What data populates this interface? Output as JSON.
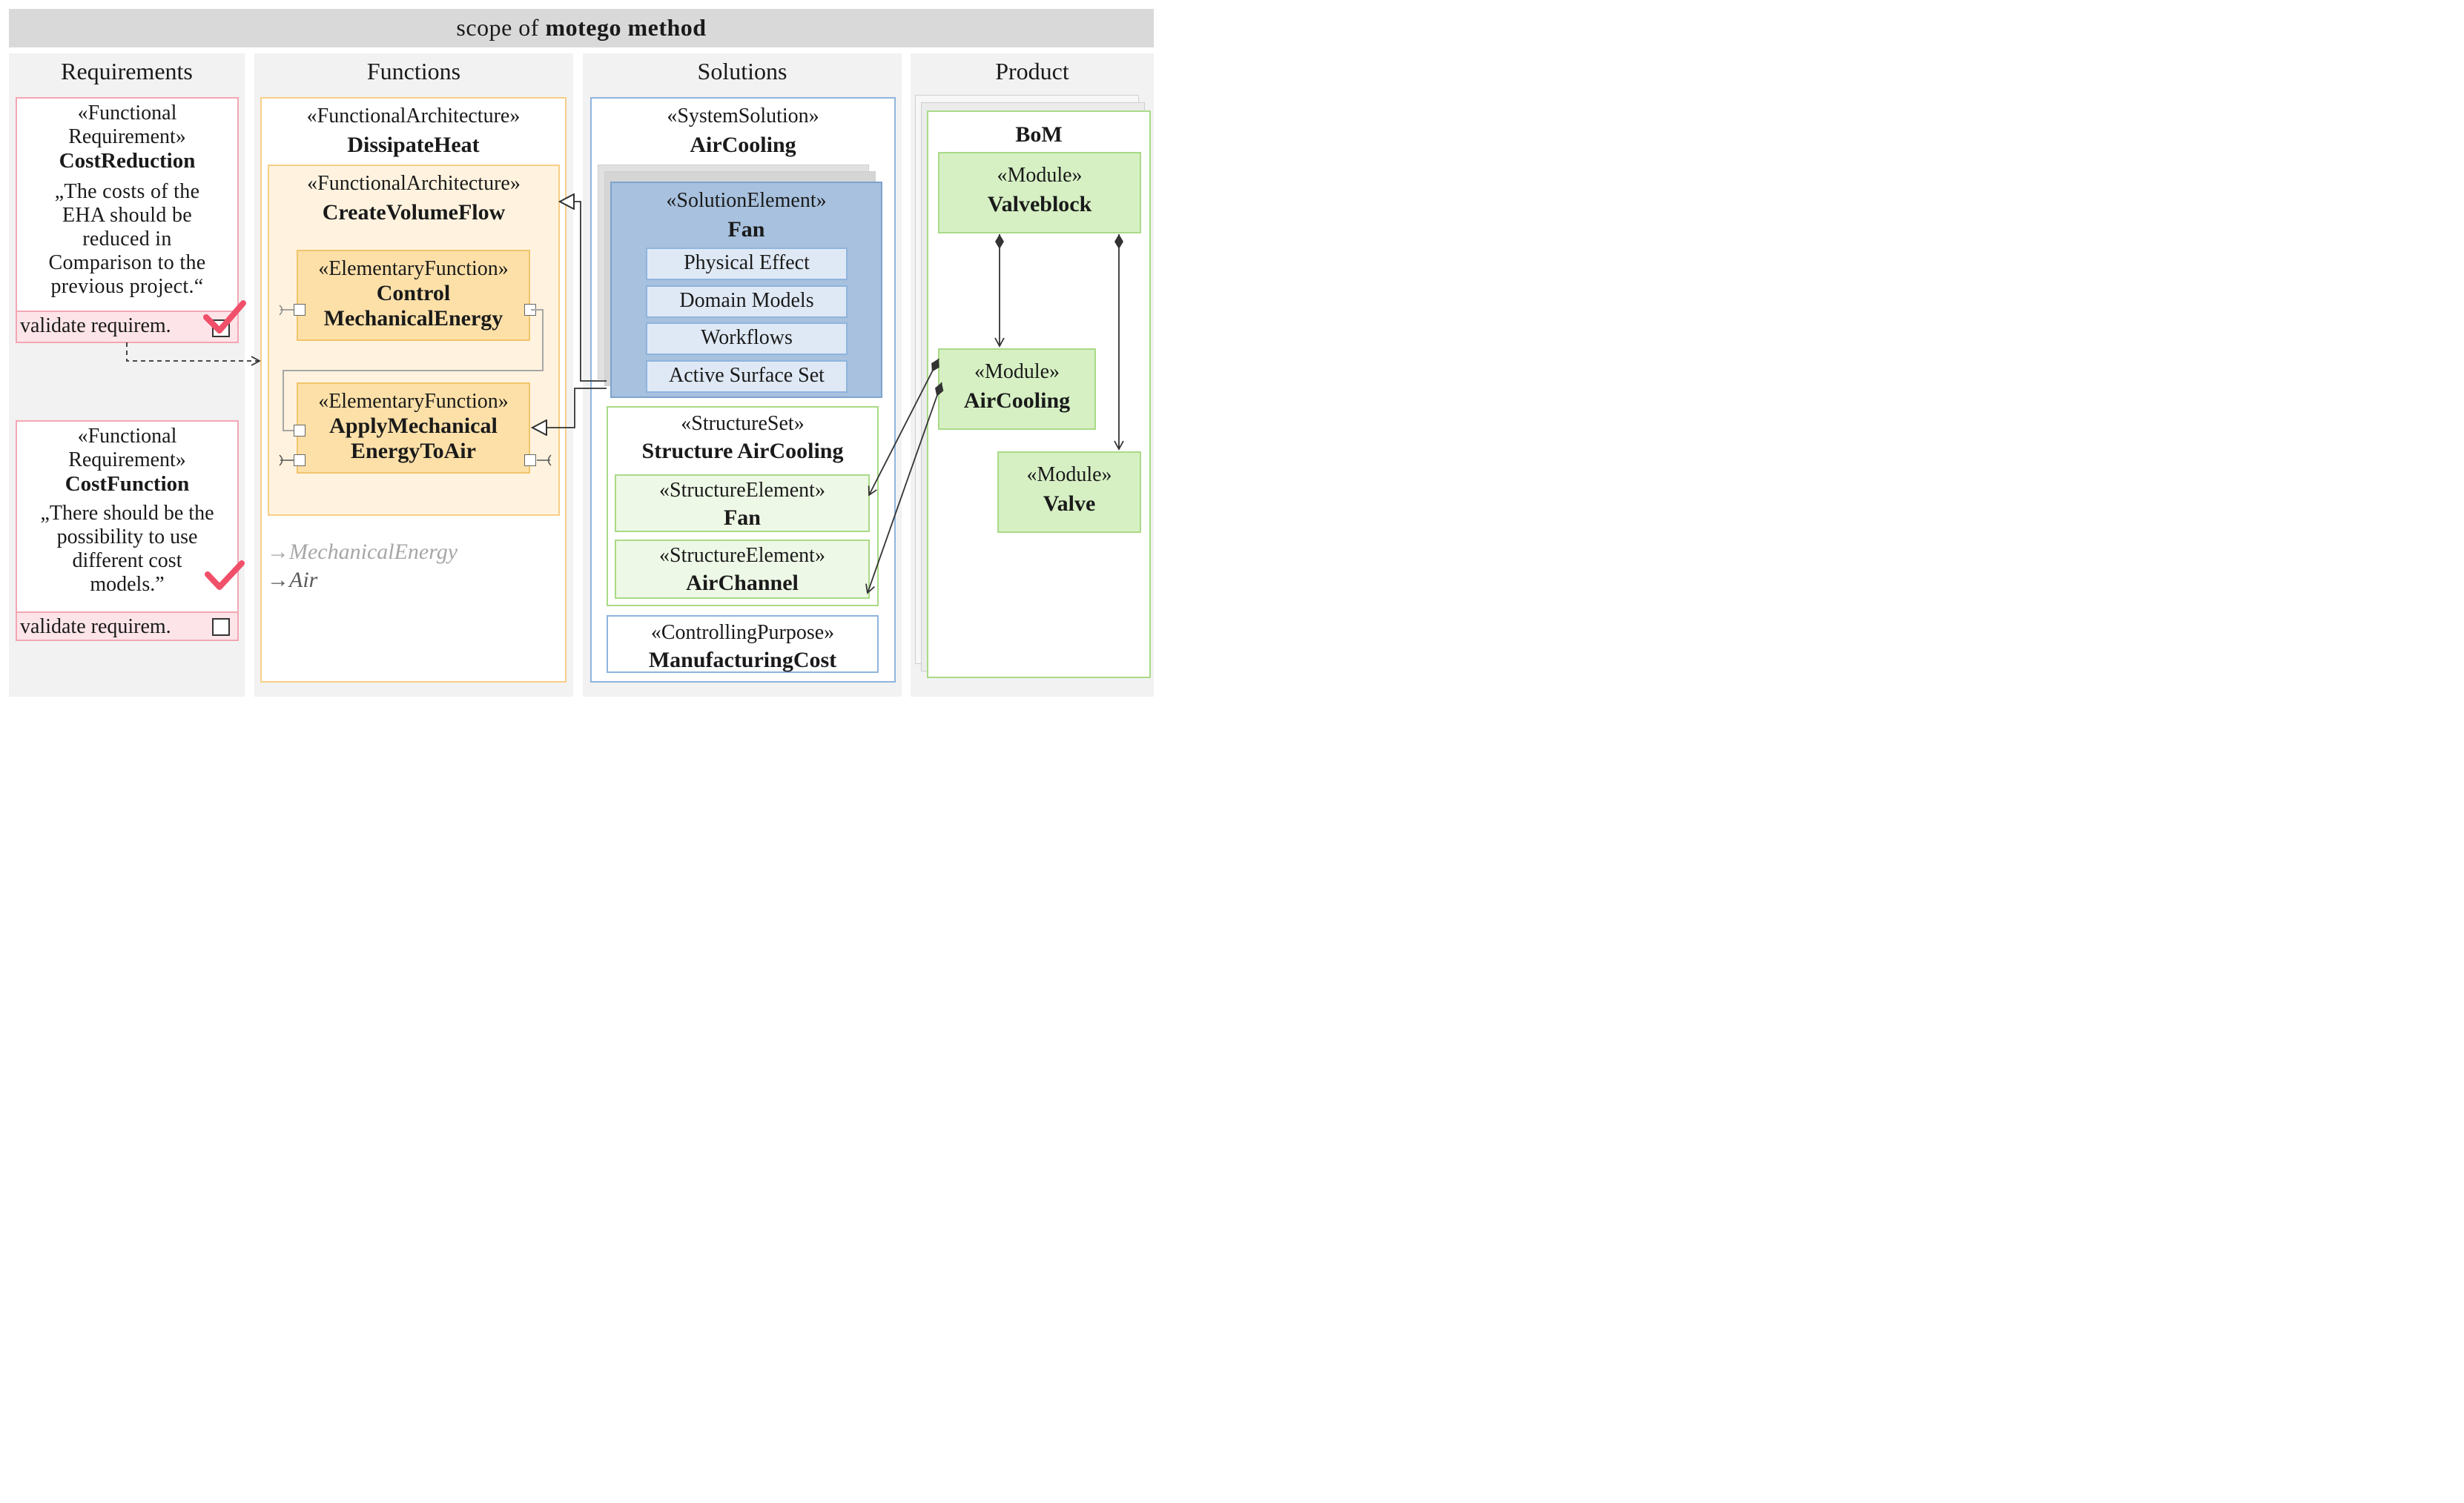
{
  "banner": {
    "prefix": "scope of",
    "bold": "motego method"
  },
  "columns": {
    "requirements": "Requirements",
    "functions": "Functions",
    "solutions": "Solutions",
    "product": "Product"
  },
  "requirements": [
    {
      "stereo1": "«Functional",
      "stereo2": "Requirement»",
      "name": "CostReduction",
      "text": [
        "„The costs of the",
        "EHA should be",
        "reduced in",
        "Comparison to the",
        "previous project.“"
      ],
      "action": "validate requirem.",
      "checked": true
    },
    {
      "stereo1": "«Functional",
      "stereo2": "Requirement»",
      "name": "CostFunction",
      "text": [
        "„There should be the",
        "possibility to use",
        "different cost",
        "models.”"
      ],
      "action": "validate requirem.",
      "checked": true
    }
  ],
  "functions": {
    "outer": {
      "stereo": "«FunctionalArchitecture»",
      "name": "DissipateHeat"
    },
    "inner": {
      "stereo": "«FunctionalArchitecture»",
      "name": "CreateVolumeFlow"
    },
    "elementary": [
      {
        "stereo": "«ElementaryFunction»",
        "name1": "Control",
        "name2": "MechanicalEnergy"
      },
      {
        "stereo": "«ElementaryFunction»",
        "name1": "ApplyMechanical",
        "name2": "EnergyToAir"
      }
    ],
    "flows": [
      {
        "arrow": "→",
        "label": "MechanicalEnergy",
        "color": "#a6a6a6"
      },
      {
        "arrow": "→",
        "label": "Air",
        "color": "#595959"
      }
    ]
  },
  "solutions": {
    "system": {
      "stereo": "«SystemSolution»",
      "name": "AirCooling"
    },
    "element": {
      "stereo": "«SolutionElement»",
      "name": "Fan",
      "items": [
        "Physical Effect",
        "Domain Models",
        "Workflows",
        "Active Surface Set"
      ]
    },
    "structure_set": {
      "stereo": "«StructureSet»",
      "name": "Structure AirCooling"
    },
    "structure_elements": [
      {
        "stereo": "«StructureElement»",
        "name": "Fan"
      },
      {
        "stereo": "«StructureElement»",
        "name": "AirChannel"
      }
    ],
    "controlling": {
      "stereo": "«ControllingPurpose»",
      "name": "ManufacturingCost"
    }
  },
  "product": {
    "title": "BoM",
    "modules": [
      {
        "stereo": "«Module»",
        "name": "Valveblock"
      },
      {
        "stereo": "«Module»",
        "name": "AirCooling"
      },
      {
        "stereo": "«Module»",
        "name": "Valve"
      }
    ]
  },
  "colors": {
    "check": "#f0506a",
    "requirement_border": "#f4a6b3",
    "function_fill": "#fde0a8",
    "solution_fill": "#a7c1de",
    "module_fill": "#d6f0c4"
  }
}
